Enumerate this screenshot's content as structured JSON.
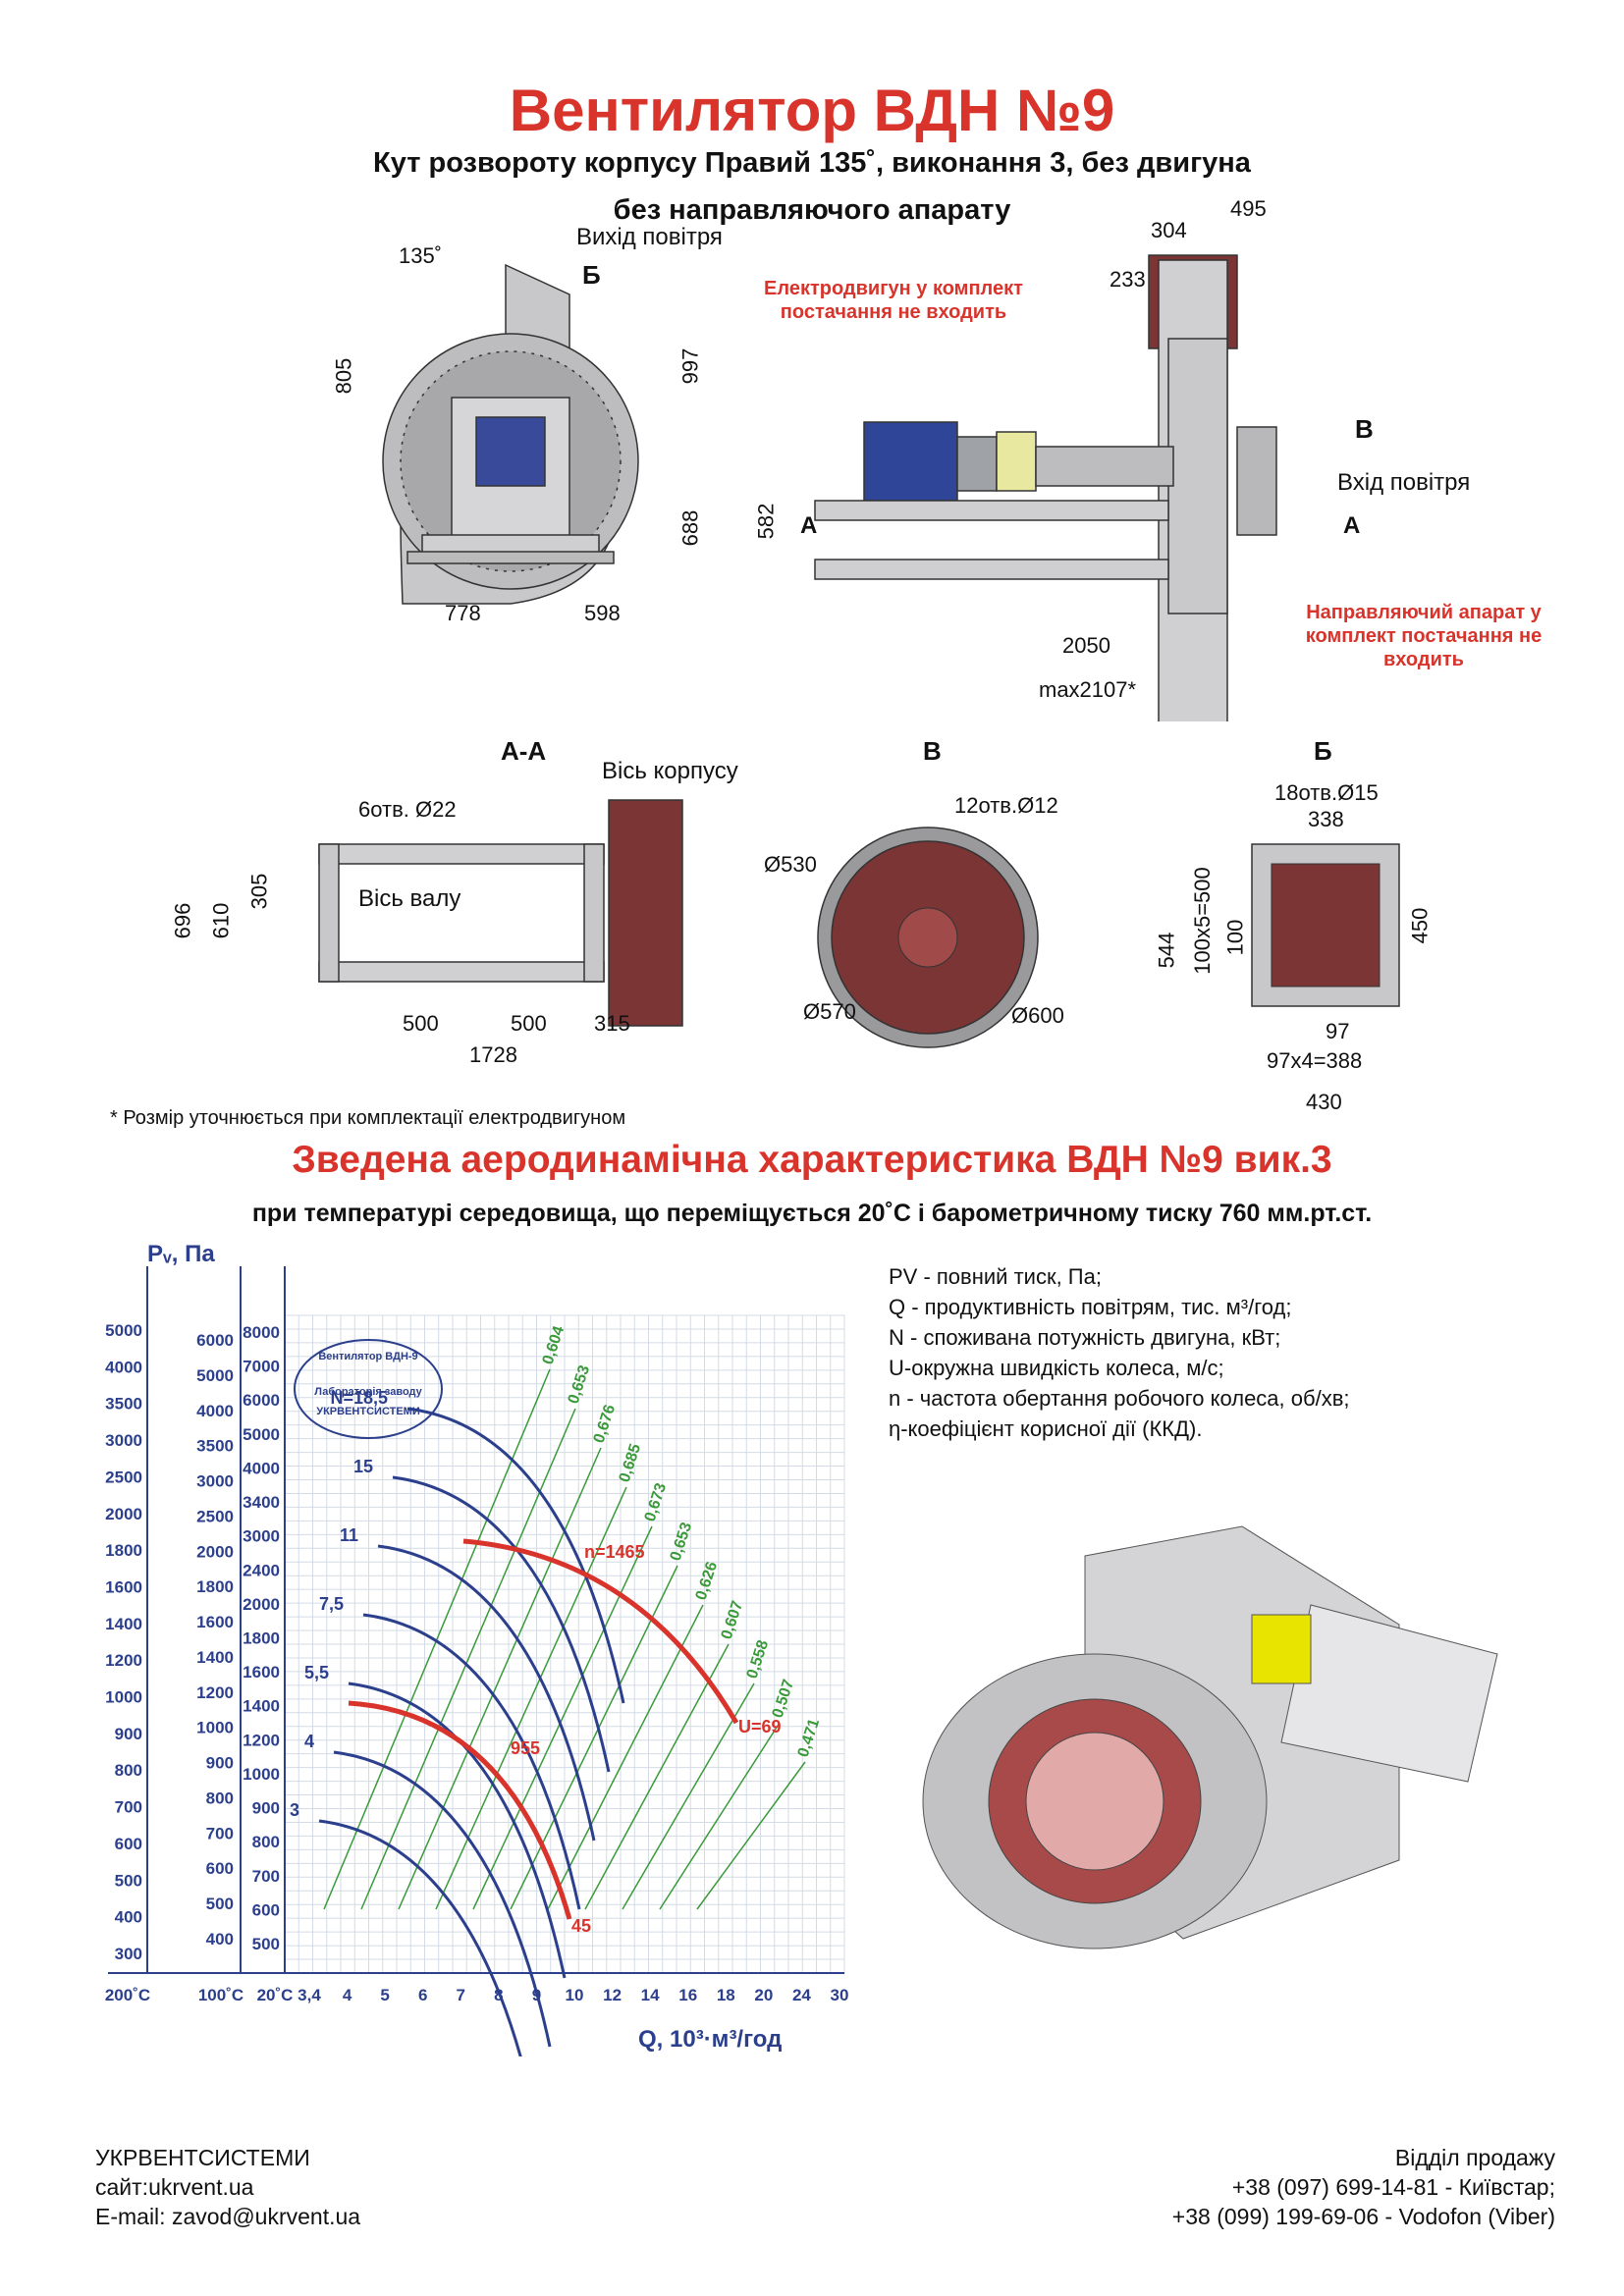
{
  "title": "Вентилятор  ВДН №9",
  "subtitle1": "Кут розвороту корпусу Правий 135˚, виконання 3, без двигуна",
  "subtitle2": "без направляючого апарату",
  "front_view": {
    "angle": "135˚",
    "air_out": "Вихід повітря",
    "section_b": "Б",
    "dims": {
      "h805": "805",
      "h997": "997",
      "h688": "688",
      "w778": "778",
      "w598": "598"
    }
  },
  "side_view": {
    "motor_note": "Електродвигун у комплект постачання не входить",
    "guide_note": "Направляючий апарат у комплект постачання не входить",
    "air_in": "Вхід повітря",
    "mark_a": "А",
    "mark_b": "В",
    "dims": {
      "d304": "304",
      "d495": "495",
      "d233": "233",
      "d582": "582",
      "d2050": "2050",
      "dmax": "max2107*"
    }
  },
  "section_aa": {
    "title": "А-А",
    "axis_housing": "Вісь корпусу",
    "axis_shaft": "Вісь валу",
    "holes": "6отв. Ø22",
    "dims": {
      "d696": "696",
      "d610": "610",
      "d305": "305",
      "d500a": "500",
      "d500b": "500",
      "d315": "315",
      "d1728": "1728"
    }
  },
  "section_v": {
    "title": "В",
    "holes": "12отв.Ø12",
    "d530": "Ø530",
    "d570": "Ø570",
    "d600": "Ø600"
  },
  "section_b": {
    "title": "Б",
    "holes": "18отв.Ø15",
    "dims": {
      "d338": "338",
      "d544": "544",
      "d100x5": "100х5=500",
      "d100": "100",
      "d450": "450",
      "d97": "97",
      "d97x4": "97х4=388",
      "d430": "430"
    }
  },
  "footnote": "* Розмір уточнюється при комплектації електродвигуном",
  "char_title": "Зведена аеродинамічна характеристика ВДН №9 вик.3",
  "char_sub": "при температурі середовища, що переміщується 20˚С і барометричному тиску 760 мм.рт.ст.",
  "legend": [
    "PV - повний тиск, Па;",
    "Q - продуктивність повітрям, тис. м³/год;",
    "N - споживана потужність двигуна, кВт;",
    "U-окружна швидкість колеса, м/с;",
    "n - частота обертання робочого колеса, об/хв;",
    "η-коефіцієнт корисної дії (ККД)."
  ],
  "chart_data": {
    "type": "line",
    "ylabel": "Pᵥ, Па",
    "xlabel": "Q, 10³·м³/год",
    "x_ticks": [
      "3,4",
      "4",
      "5",
      "6",
      "7",
      "8",
      "9",
      "10",
      "12",
      "14",
      "16",
      "18",
      "20",
      "24",
      "30"
    ],
    "x_temps": [
      "200˚С",
      "100˚С",
      "20˚С"
    ],
    "y_ticks_200": [
      "5000",
      "4000",
      "3500",
      "3000",
      "2500",
      "2000",
      "1800",
      "1600",
      "1400",
      "1200",
      "1000",
      "900",
      "800",
      "700",
      "600",
      "500",
      "400",
      "300"
    ],
    "y_ticks_100": [
      "6000",
      "5000",
      "4000",
      "3500",
      "3000",
      "2500",
      "2000",
      "1800",
      "1600",
      "1400",
      "1200",
      "1000",
      "900",
      "800",
      "700",
      "600",
      "500",
      "400"
    ],
    "y_ticks_20": [
      "8000",
      "7000",
      "6000",
      "5000",
      "4000",
      "3400",
      "3000",
      "2400",
      "2000",
      "1800",
      "1600",
      "1400",
      "1200",
      "1000",
      "900",
      "800",
      "700",
      "600",
      "500"
    ],
    "power_labels": [
      "N=18,5",
      "15",
      "11",
      "7,5",
      "5,5",
      "4",
      "3"
    ],
    "efficiency_labels": [
      "0,604",
      "0,653",
      "0,676",
      "0,685",
      "0,673",
      "0,653",
      "0,626",
      "0,607",
      "0,558",
      "0,507",
      "0,471"
    ],
    "speed_labels": [
      "n=1465",
      "955"
    ],
    "u_labels": [
      "U=69",
      "45"
    ],
    "stamp": [
      "Вентилятор ВДН-9",
      "Лабораторія заводу",
      "УКРВЕНТСИСТЕМИ"
    ]
  },
  "watermark": "ukrvent.ua",
  "footer_left": [
    "УКРВЕНТСИСТЕМИ",
    "сайт:ukrvent.ua",
    "E-mail: zavod@ukrvent.ua"
  ],
  "footer_right": [
    "Відділ продажу",
    "+38 (097) 699-14-81 - Київстар;",
    "+38 (099) 199-69-06 - Vodofon (Viber)"
  ]
}
